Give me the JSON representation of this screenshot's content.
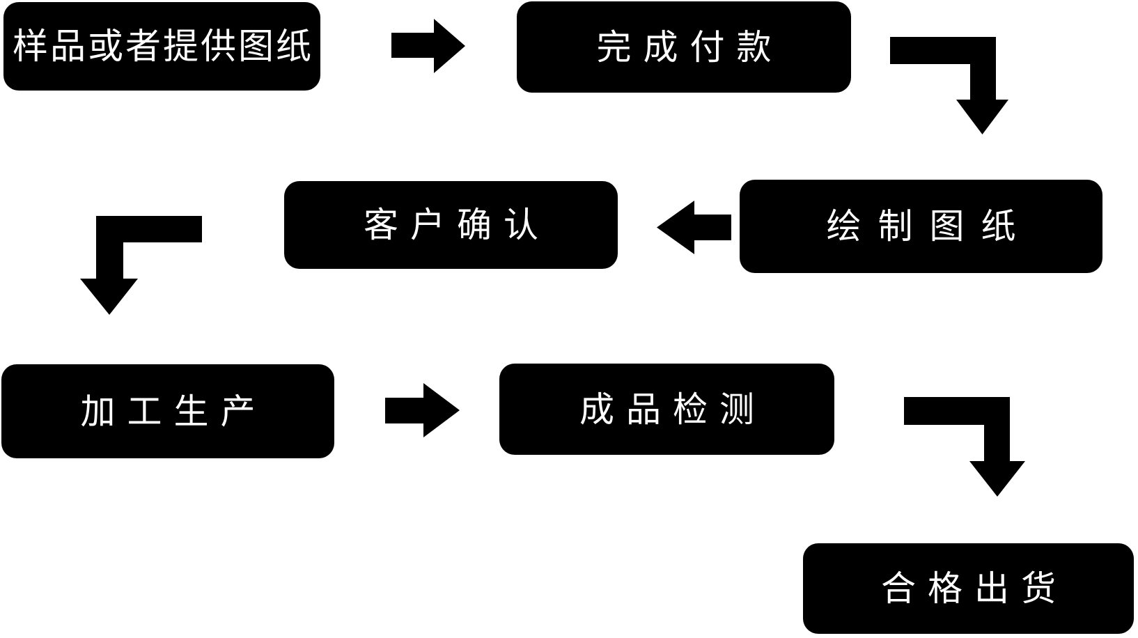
{
  "diagram": {
    "title": "production-process-flowchart",
    "background_color": "#ffffff",
    "box_color": "#000000",
    "text_color": "#ffffff",
    "steps": [
      {
        "id": "step-1",
        "label": "样品或者提供图纸"
      },
      {
        "id": "step-2",
        "label": "完成付款"
      },
      {
        "id": "step-3",
        "label": "绘制图纸"
      },
      {
        "id": "step-4",
        "label": "客户确认"
      },
      {
        "id": "step-5",
        "label": "加工生产"
      },
      {
        "id": "step-6",
        "label": "成品检测"
      },
      {
        "id": "step-7",
        "label": "合格出货"
      }
    ],
    "connections": [
      {
        "from": "样品或者提供图纸",
        "to": "完成付款",
        "arrow": "right"
      },
      {
        "from": "完成付款",
        "to": "绘制图纸",
        "arrow": "elbow-down"
      },
      {
        "from": "绘制图纸",
        "to": "客户确认",
        "arrow": "left"
      },
      {
        "from": "客户确认",
        "to": "加工生产",
        "arrow": "elbow-down"
      },
      {
        "from": "加工生产",
        "to": "成品检测",
        "arrow": "right"
      },
      {
        "from": "成品检测",
        "to": "合格出货",
        "arrow": "elbow-down"
      }
    ]
  }
}
